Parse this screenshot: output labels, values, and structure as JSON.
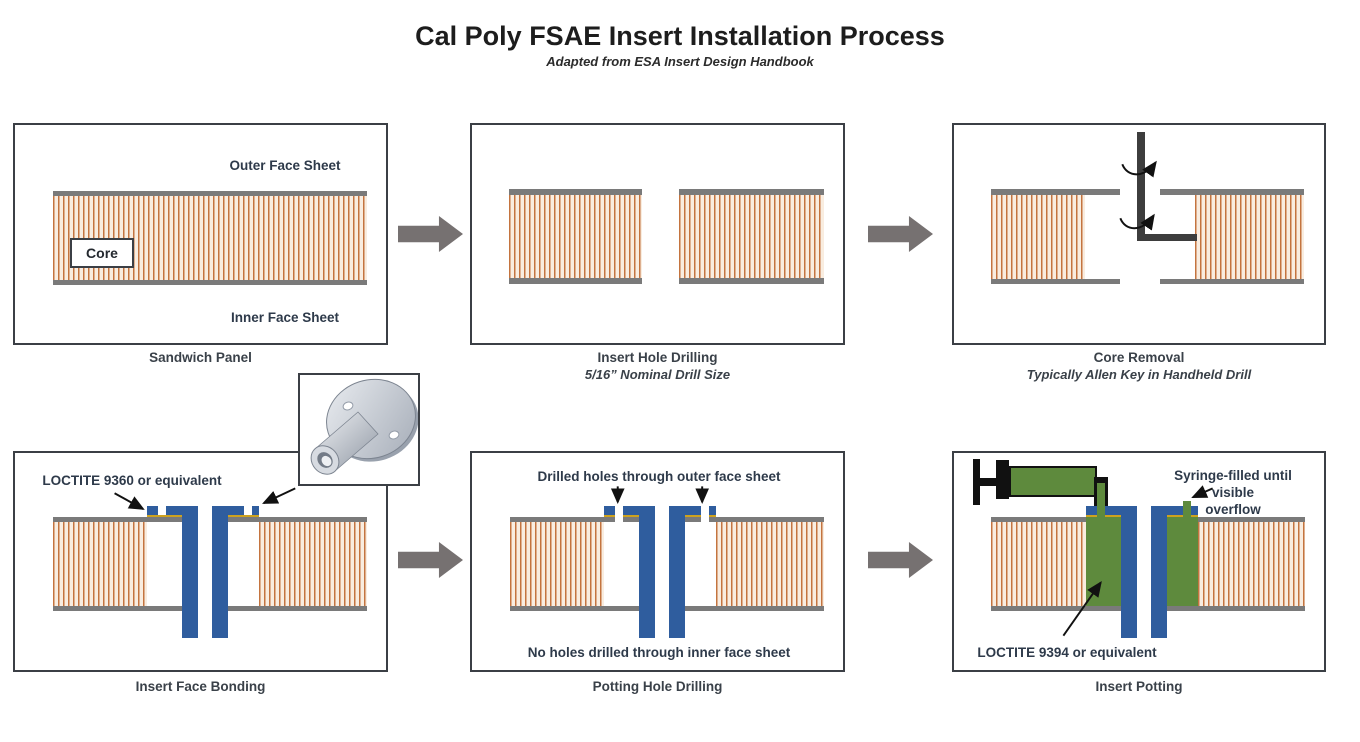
{
  "title": "Cal Poly FSAE Insert Installation Process",
  "subtitle": "Adapted from ESA Insert Design Handbook",
  "colors": {
    "core_line": "#c4743f",
    "core_background": "#f9ede0",
    "face_sheet_gray": "#7a7a7a",
    "insert_blue": "#2f5d9e",
    "potting_green": "#5e8a3d",
    "adhesive_gold": "#cda21f",
    "block_arrow_gray": "#767171",
    "tool_dark_gray": "#3d3d3d"
  },
  "panels": {
    "sandwich": {
      "caption": "Sandwich Panel",
      "outer_label": "Outer Face Sheet",
      "inner_label": "Inner Face Sheet",
      "core_label": "Core"
    },
    "hole_drilling": {
      "caption": "Insert Hole Drilling",
      "subcaption": "5/16” Nominal Drill Size"
    },
    "core_removal": {
      "caption": "Core Removal",
      "subcaption": "Typically Allen Key in Handheld Drill"
    },
    "face_bonding": {
      "caption": "Insert Face Bonding",
      "adhesive_label": "LOCTITE 9360 or equivalent"
    },
    "potting_drilling": {
      "caption": "Potting Hole Drilling",
      "top_label": "Drilled holes through outer face sheet",
      "bottom_label": "No holes drilled through inner face sheet"
    },
    "potting": {
      "caption": "Insert Potting",
      "overflow_label_line1": "Syringe-filled until visible",
      "overflow_label_line2": "overflow",
      "potting_label": "LOCTITE 9394 or equivalent"
    }
  }
}
